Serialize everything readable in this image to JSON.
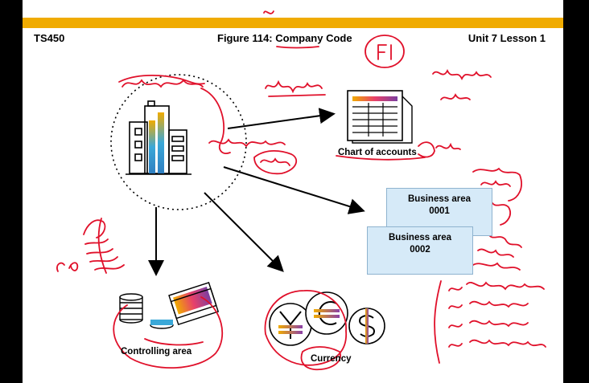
{
  "header": {
    "course_code": "TS450",
    "figure_title": "Figure 114: Company Code",
    "unit_lesson": "Unit 7 Lesson 1"
  },
  "labels": {
    "chart_of_accounts": "Chart of accounts",
    "controlling_area": "Controlling area",
    "currency": "Currency"
  },
  "business_areas": [
    {
      "title": "Business area",
      "code": "0001"
    },
    {
      "title": "Business area",
      "code": "0002"
    }
  ],
  "colors": {
    "brand_bar": "#F0AB00",
    "annotation_ink": "#E0102A",
    "business_area_fill": "#D6EAF8"
  }
}
